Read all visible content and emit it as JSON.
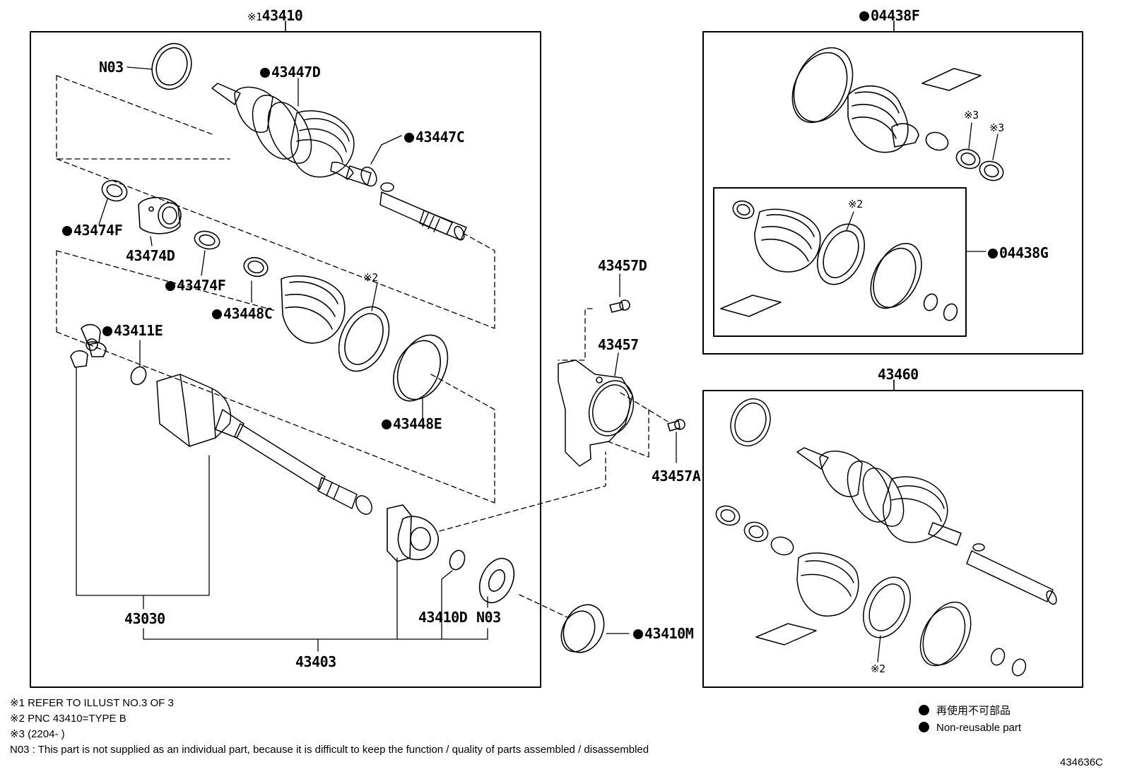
{
  "diagram": {
    "groups": {
      "g43410": {
        "prefix": "※1",
        "number": "43410"
      },
      "g04438F": "04438F",
      "g04438G": "04438G",
      "g43460": "43460"
    },
    "labels": {
      "n03_top": "N03",
      "p43447D": "43447D",
      "p43447C": "43447C",
      "p43474F_a": "43474F",
      "p43474D": "43474D",
      "p43474F_b": "43474F",
      "p43448C": "43448C",
      "p43411E": "43411E",
      "p43448E": "43448E",
      "p43030": "43030",
      "p43403": "43403",
      "p43410D": "43410D",
      "n03_bottom": "N03",
      "p43410M": "43410M",
      "p43457D": "43457D",
      "p43457": "43457",
      "p43457A": "43457A",
      "ref2_a": "※2",
      "ref2_b": "※2",
      "ref2_c": "※2",
      "ref3_a": "※3",
      "ref3_b": "※3"
    },
    "footnotes": {
      "note1": "※1 REFER TO ILLUST NO.3 OF 3",
      "note2": "※2 PNC 43410=TYPE B",
      "note3": "※3 (2204-        )",
      "note_n03": "N03 : This part is not supplied as an individual part, because it is difficult to keep the function / quality of parts  assembled / disassembled"
    },
    "legend": {
      "jp": "再使用不可部品",
      "en": "Non-reusable part"
    },
    "figure_id": "434636C"
  },
  "colors": {
    "ink": "#000000",
    "paper": "#ffffff"
  }
}
